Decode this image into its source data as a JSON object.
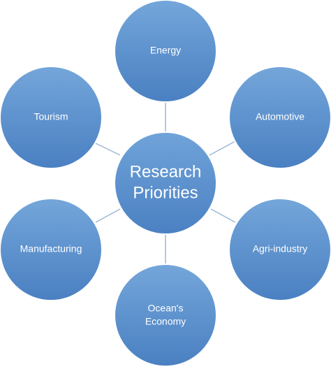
{
  "diagram": {
    "center": {
      "label_line1": "Research",
      "label_line2": "Priorities"
    },
    "nodes": [
      {
        "id": "energy",
        "label_line1": "Energy",
        "label_line2": ""
      },
      {
        "id": "automotive",
        "label_line1": "Automotive",
        "label_line2": ""
      },
      {
        "id": "agri-industry",
        "label_line1": "Agri-industry",
        "label_line2": ""
      },
      {
        "id": "oceans-economy",
        "label_line1": "Ocean's",
        "label_line2": "Economy"
      },
      {
        "id": "manufacturing",
        "label_line1": "Manufacturing",
        "label_line2": ""
      },
      {
        "id": "tourism",
        "label_line1": "Tourism",
        "label_line2": ""
      }
    ],
    "colors": {
      "node_fill_top": "#6fa2d8",
      "node_fill_bottom": "#4a82c4",
      "connector": "#9bb7d4",
      "label_text": "#ffffff"
    }
  }
}
